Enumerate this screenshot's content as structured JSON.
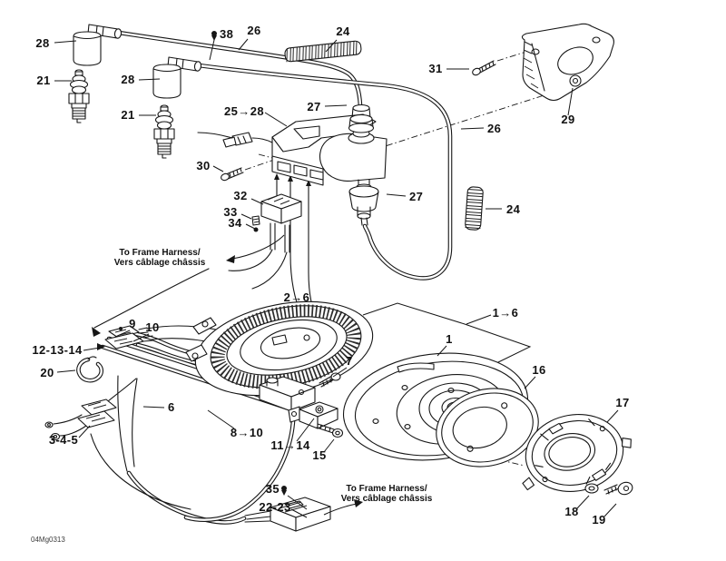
{
  "diagram": {
    "watermark": "04Mg0313",
    "colors": {
      "background": "#ffffff",
      "line": "#161616"
    },
    "notes": {
      "upper": {
        "line1": "To Frame Harness/",
        "line2": "Vers câblage châssis"
      },
      "lower": {
        "line1": "To Frame Harness/",
        "line2": "Vers câblage châssis"
      }
    },
    "callouts": [
      {
        "text": "28"
      },
      {
        "text": "21"
      },
      {
        "text": "28"
      },
      {
        "text": "21"
      },
      {
        "text": "38"
      },
      {
        "text": "26"
      },
      {
        "text": "24"
      },
      {
        "text": "31"
      },
      {
        "text": "29"
      },
      {
        "text": "25→28"
      },
      {
        "text": "27"
      },
      {
        "text": "26"
      },
      {
        "text": "30"
      },
      {
        "text": "24"
      },
      {
        "text": "27"
      },
      {
        "text": "32"
      },
      {
        "text": "33"
      },
      {
        "text": "34"
      },
      {
        "text": "2→6"
      },
      {
        "text": "9"
      },
      {
        "text": "10"
      },
      {
        "text": "12-13-14"
      },
      {
        "text": "20"
      },
      {
        "text": "1→6"
      },
      {
        "text": "1"
      },
      {
        "text": "16"
      },
      {
        "text": "17"
      },
      {
        "text": "7"
      },
      {
        "text": "6"
      },
      {
        "text": "3-4-5"
      },
      {
        "text": "8→10"
      },
      {
        "text": "11→14"
      },
      {
        "text": "15"
      },
      {
        "text": "35"
      },
      {
        "text": "22-23"
      },
      {
        "text": "18"
      },
      {
        "text": "19"
      }
    ]
  }
}
